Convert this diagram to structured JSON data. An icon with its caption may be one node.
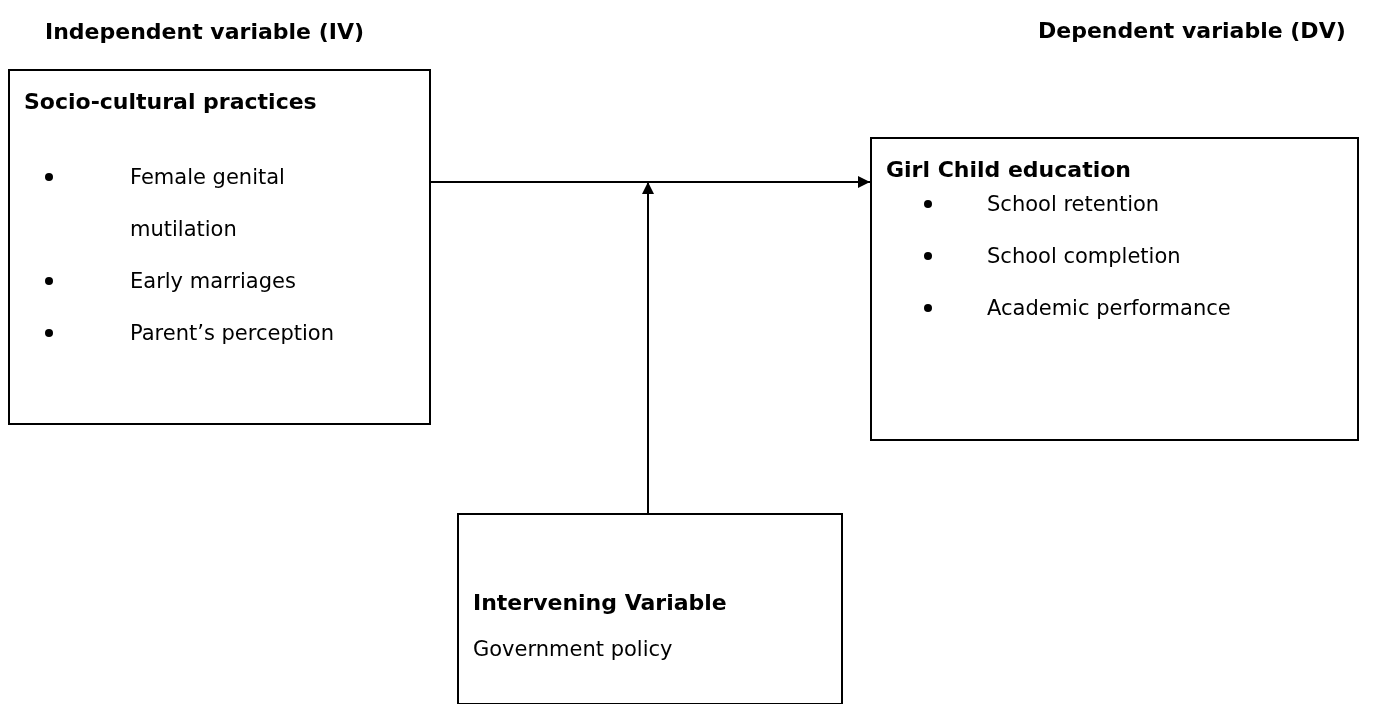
{
  "diagram": {
    "nodes": [
      {
        "text": [
          "Socio-cultural practices",
          "Female genital mutilation",
          "Early marriages",
          "Parent’s perception"
        ],
        "beside": [
          "Independent variable (IV)"
        ]
      },
      {
        "text": [
          "Girl Child education",
          "School retention",
          "School completion",
          "Academic performance"
        ]
      },
      {
        "text": [
          "Intervening Variable",
          "Government policy"
        ]
      }
    ],
    "edges": [
      {
        "from": 0,
        "to": 1,
        "arrow": "to"
      },
      {
        "from": 2,
        "to": null,
        "arrow": "to"
      }
    ],
    "labels": [
      "Dependent variable (DV)"
    ]
  }
}
